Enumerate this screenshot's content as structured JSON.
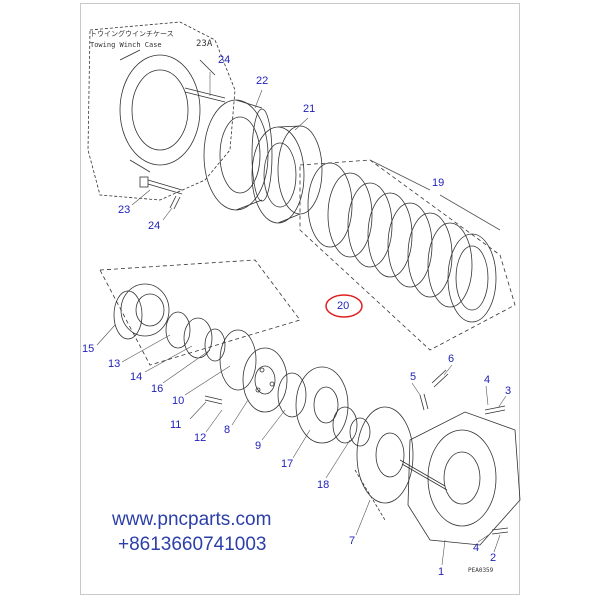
{
  "header": {
    "jp_text": "トウイングウインチケース",
    "en_text": "Towing Winch Case",
    "ref_code": "23A"
  },
  "callouts": {
    "c1": "1",
    "c2": "2",
    "c3": "3",
    "c4a": "4",
    "c4b": "4",
    "c5": "5",
    "c6": "6",
    "c7": "7",
    "c8": "8",
    "c9": "9",
    "c10": "10",
    "c11": "11",
    "c12": "12",
    "c13": "13",
    "c14": "14",
    "c15": "15",
    "c16": "16",
    "c17": "17",
    "c18": "18",
    "c19": "19",
    "c20": "20",
    "c21": "21",
    "c22": "22",
    "c23": "23",
    "c24a": "24",
    "c24b": "24"
  },
  "footer": {
    "drawing_code": "PEA0359",
    "website": "www.pncparts.com",
    "phone": "+8613660741003"
  },
  "colors": {
    "callout": "#1f1fb8",
    "highlight": "#e02020",
    "line": "#333333"
  }
}
